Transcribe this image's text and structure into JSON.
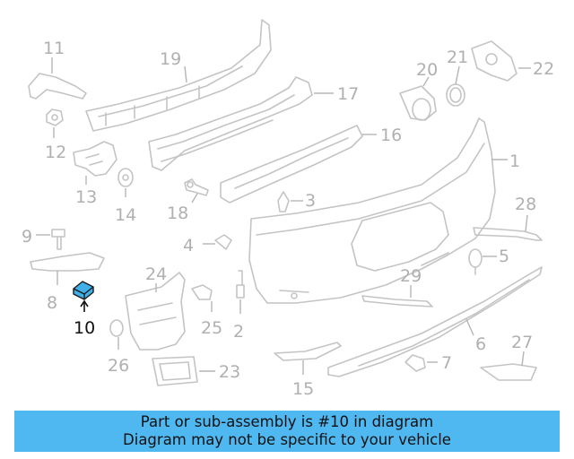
{
  "diagram": {
    "callouts": [
      "1",
      "2",
      "3",
      "4",
      "5",
      "6",
      "7",
      "8",
      "9",
      "10",
      "11",
      "12",
      "13",
      "14",
      "15",
      "16",
      "17",
      "18",
      "19",
      "20",
      "21",
      "22",
      "23",
      "24",
      "25",
      "26",
      "27",
      "28",
      "29"
    ],
    "highlighted": "10",
    "highlight_color": "#3fb0e8"
  },
  "banner": {
    "line1": "Part or sub-assembly is #10 in diagram",
    "line2": "Diagram may not be specific to your vehicle",
    "background": "#4fb8f0"
  }
}
